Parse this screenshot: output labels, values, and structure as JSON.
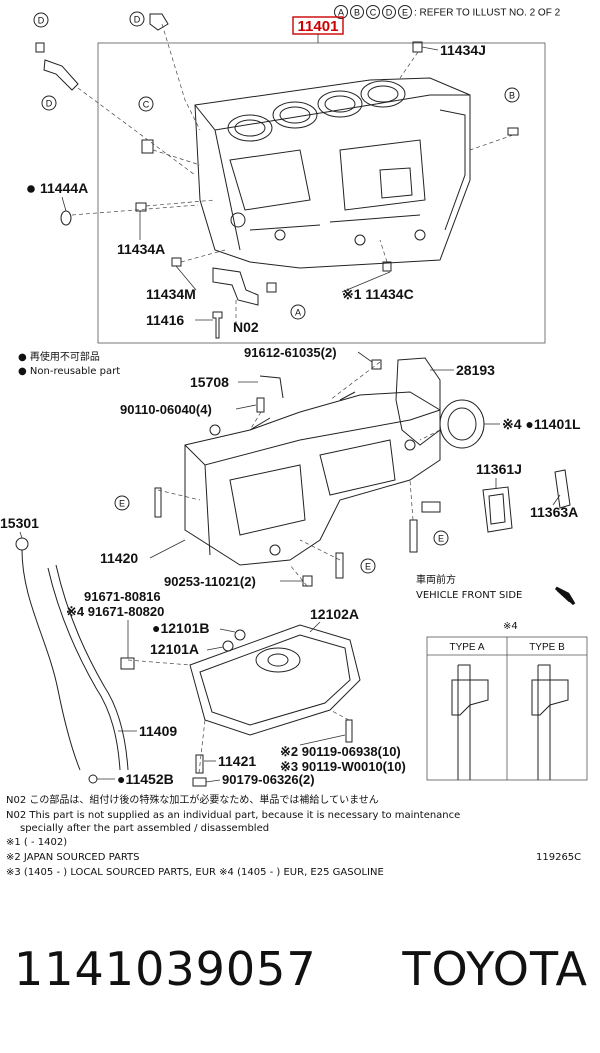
{
  "header": {
    "title_part_number": "11401",
    "refer_letters": [
      "A",
      "B",
      "C",
      "D",
      "E"
    ],
    "refer_text": ": REFER TO ILLUST NO. 2 OF 2"
  },
  "callouts": {
    "p11434J": "11434J",
    "p11444A": "11444A",
    "p11434A": "11434A",
    "p11434M": "11434M",
    "p11434C": "※1 11434C",
    "p11416": "11416",
    "pN02": "N02",
    "p91612": "91612-61035(2)",
    "p28193": "28193",
    "p15708": "15708",
    "p90110": "90110-06040(4)",
    "p11401L": "※4 ●11401L",
    "p11361J": "11361J",
    "p11363A": "11363A",
    "p15301": "15301",
    "p11420": "11420",
    "p90253": "90253-11021(2)",
    "p91671a": "91671-80816",
    "p91671b": "※4 91671-80820",
    "p12101B": "●12101B",
    "p12101A": "12101A",
    "p12102A": "12102A",
    "p11409": "11409",
    "p11421": "11421",
    "p90119a": "※2 90119-06938(10)",
    "p90119b": "※3 90119-W0010(10)",
    "p11452B": "●11452B",
    "p90179": "90179-06326(2)"
  },
  "legend": {
    "jp": "● 再使用不可部品",
    "en": "● Non-reusable part"
  },
  "vehicle_front": {
    "jp": "車両前方",
    "en": "VEHICLE FRONT SIDE"
  },
  "type_box": {
    "mark": "※4",
    "type_a": "TYPE A",
    "type_b": "TYPE B"
  },
  "notes": [
    "N02  この部品は、組付け後の特殊な加工が必要なため、単品では補給していません",
    "N02  This part is not supplied as an individual part, because it is necessary to maintenance",
    "specially after the part assembled / disassembled",
    "※1 (        - 1402)",
    "※2 JAPAN SOURCED PARTS",
    "※3 (1405 -           ) LOCAL SOURCED PARTS, EUR     ※4 (1405 -           ) EUR, E25 GASOLINE"
  ],
  "illust_code": "119265C",
  "footer": {
    "part_number": "1141039057",
    "brand": "TOYOTA"
  }
}
